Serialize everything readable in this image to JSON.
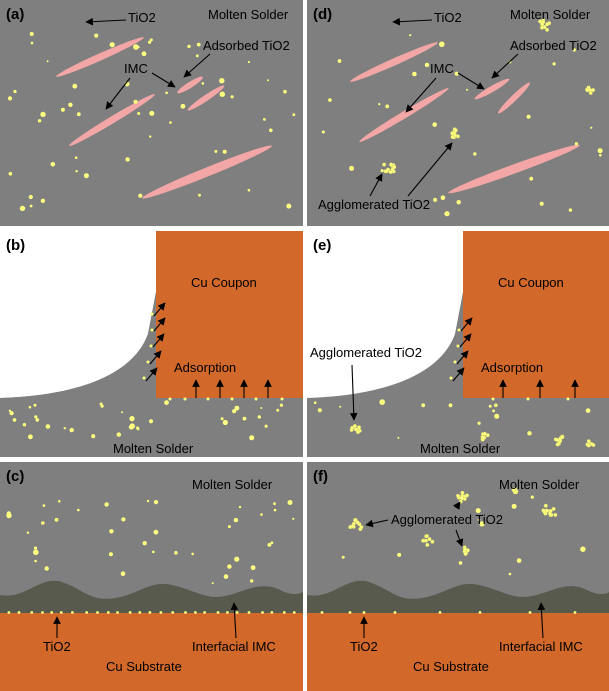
{
  "panels": {
    "a": {
      "label": "(a)",
      "medium": "Molten Solder",
      "tio2": "TiO2",
      "adsorbed": "Adsorbed TiO2",
      "imc": "IMC"
    },
    "b": {
      "label": "(b)",
      "coupon": "Cu Coupon",
      "adsorption": "Adsorption",
      "medium": "Molten Solder"
    },
    "c": {
      "label": "(c)",
      "medium": "Molten Solder",
      "tio2": "TiO2",
      "interfacial": "Interfacial IMC",
      "substrate": "Cu Substrate"
    },
    "d": {
      "label": "(d)",
      "medium": "Molten Solder",
      "tio2": "TiO2",
      "adsorbed": "Adsorbed TiO2",
      "imc": "IMC",
      "agglomerated": "Agglomerated TiO2"
    },
    "e": {
      "label": "(e)",
      "coupon": "Cu Coupon",
      "agglomerated": "Agglomerated TiO2",
      "adsorption": "Adsorption",
      "medium": "Molten Solder"
    },
    "f": {
      "label": "(f)",
      "medium": "Molten Solder",
      "agglomerated": "Agglomerated TiO2",
      "tio2": "TiO2",
      "interfacial": "Interfacial IMC",
      "substrate": "Cu Substrate"
    }
  },
  "colors": {
    "solder": "#7f7f7f",
    "imc_needle": "#f2a6a6",
    "particle": "#ffff80",
    "copper": "#d2692a",
    "interfacial_imc": "#595a4e",
    "background": "#ffffff"
  }
}
